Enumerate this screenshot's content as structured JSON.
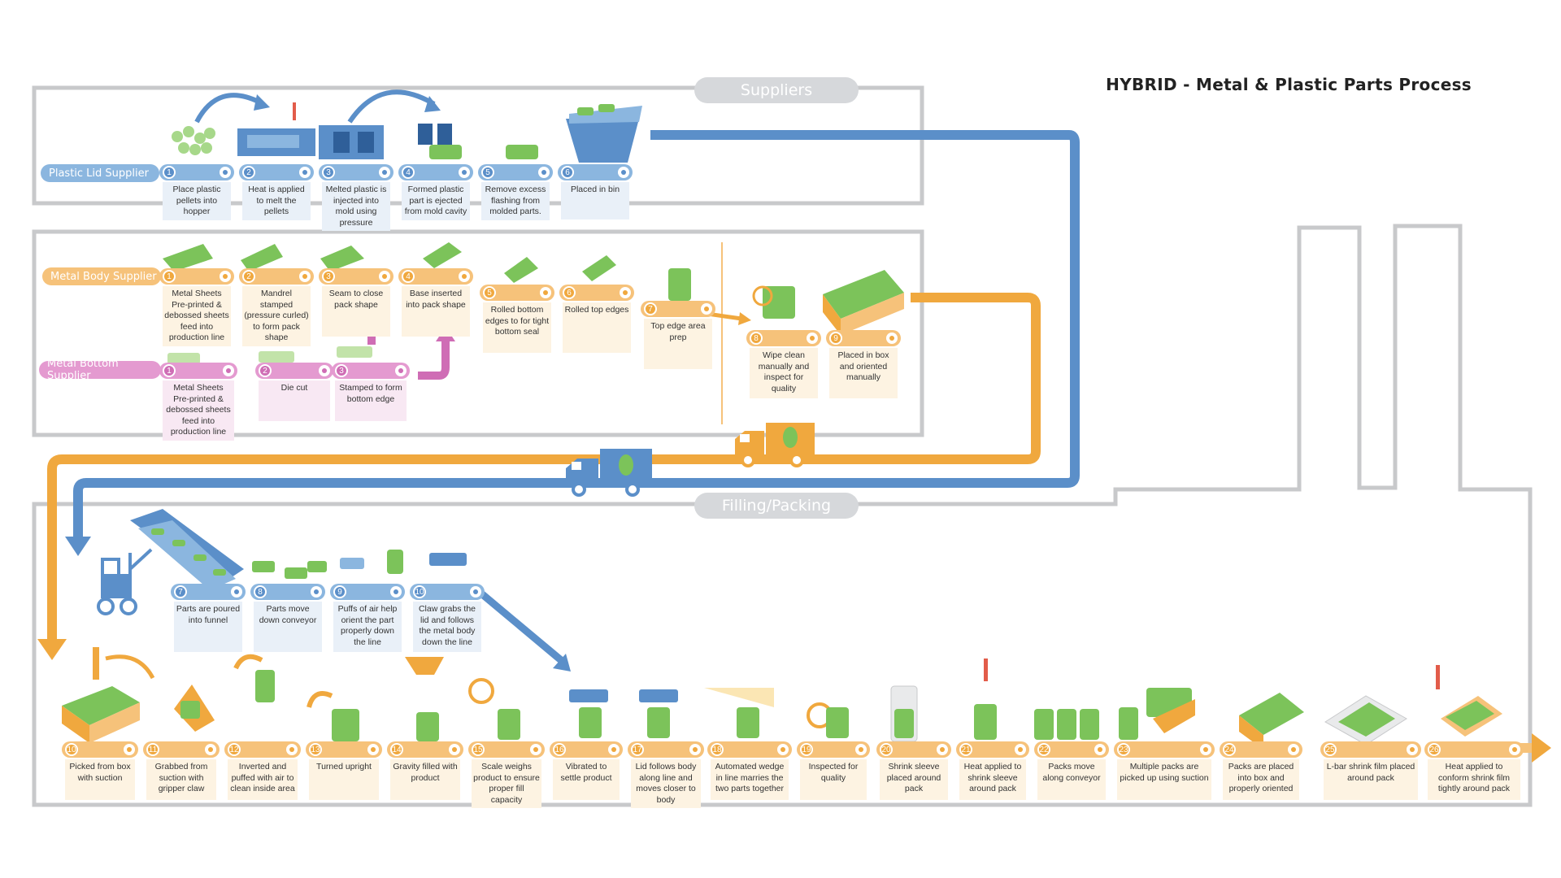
{
  "title": "HYBRID - Metal & Plastic Parts Process",
  "sections": {
    "suppliers": "Suppliers",
    "filling": "Filling/Packing"
  },
  "lanes": {
    "plastic_lid": "Plastic Lid Supplier",
    "metal_body": "Metal Body Supplier",
    "metal_bottom": "Metal Bottom Supplier"
  },
  "colors": {
    "blue": "#5b8fc9",
    "orange": "#f0a83e",
    "pink": "#cf6db5",
    "green": "#7cc35a",
    "outline": "#c8c9cb"
  },
  "plastic_steps": [
    {
      "num": "1",
      "label": "Place plastic pellets into hopper"
    },
    {
      "num": "2",
      "label": "Heat is applied to melt the pellets"
    },
    {
      "num": "3",
      "label": "Melted plastic is injected into mold using pressure"
    },
    {
      "num": "4",
      "label": "Formed plastic part is ejected from mold cavity"
    },
    {
      "num": "5",
      "label": "Remove excess flashing from molded parts."
    },
    {
      "num": "6",
      "label": "Placed in bin"
    }
  ],
  "metal_body_steps": [
    {
      "num": "1",
      "label": "Metal Sheets Pre-printed & debossed sheets feed into production line"
    },
    {
      "num": "2",
      "label": "Mandrel stamped (pressure curled) to form pack shape"
    },
    {
      "num": "3",
      "label": "Seam to close pack shape"
    },
    {
      "num": "4",
      "label": "Base inserted into pack shape"
    },
    {
      "num": "5",
      "label": "Rolled bottom edges to for tight bottom seal"
    },
    {
      "num": "6",
      "label": "Rolled top edges"
    },
    {
      "num": "7",
      "label": "Top edge area prep"
    },
    {
      "num": "8",
      "label": "Wipe clean manually and inspect for quality"
    },
    {
      "num": "9",
      "label": "Placed in box and oriented manually"
    }
  ],
  "metal_bottom_steps": [
    {
      "num": "1",
      "label": "Metal Sheets Pre-printed & debossed sheets feed into production line"
    },
    {
      "num": "2",
      "label": "Die cut"
    },
    {
      "num": "3",
      "label": "Stamped to form bottom edge"
    }
  ],
  "filling_top_steps": [
    {
      "num": "7",
      "label": "Parts are poured into funnel"
    },
    {
      "num": "8",
      "label": "Parts move down conveyor"
    },
    {
      "num": "9",
      "label": "Puffs of air help orient the part properly down the line"
    },
    {
      "num": "10",
      "label": "Claw grabs the lid and follows the metal body down the line"
    }
  ],
  "filling_bottom_steps": [
    {
      "num": "10",
      "label": "Picked from box with suction"
    },
    {
      "num": "11",
      "label": "Grabbed from suction with gripper claw"
    },
    {
      "num": "12",
      "label": "Inverted and puffed with air to clean inside area"
    },
    {
      "num": "13",
      "label": "Turned upright"
    },
    {
      "num": "14",
      "label": "Gravity filled with product"
    },
    {
      "num": "15",
      "label": "Scale weighs product to ensure proper fill capacity"
    },
    {
      "num": "16",
      "label": "Vibrated to settle product"
    },
    {
      "num": "17",
      "label": "Lid follows body along line and moves closer to body"
    },
    {
      "num": "18",
      "label": "Automated wedge in line marries the two parts together"
    },
    {
      "num": "19",
      "label": "Inspected for quality"
    },
    {
      "num": "20",
      "label": "Shrink sleeve placed around pack"
    },
    {
      "num": "21",
      "label": "Heat applied to shrink sleeve around pack"
    },
    {
      "num": "22",
      "label": "Packs move along conveyor"
    },
    {
      "num": "23",
      "label": "Multiple packs are picked up using suction"
    },
    {
      "num": "24",
      "label": "Packs are placed into box and properly oriented"
    },
    {
      "num": "25",
      "label": "L-bar shrink film placed around pack"
    },
    {
      "num": "26",
      "label": "Heat applied to conform shrink film tightly around pack"
    }
  ]
}
